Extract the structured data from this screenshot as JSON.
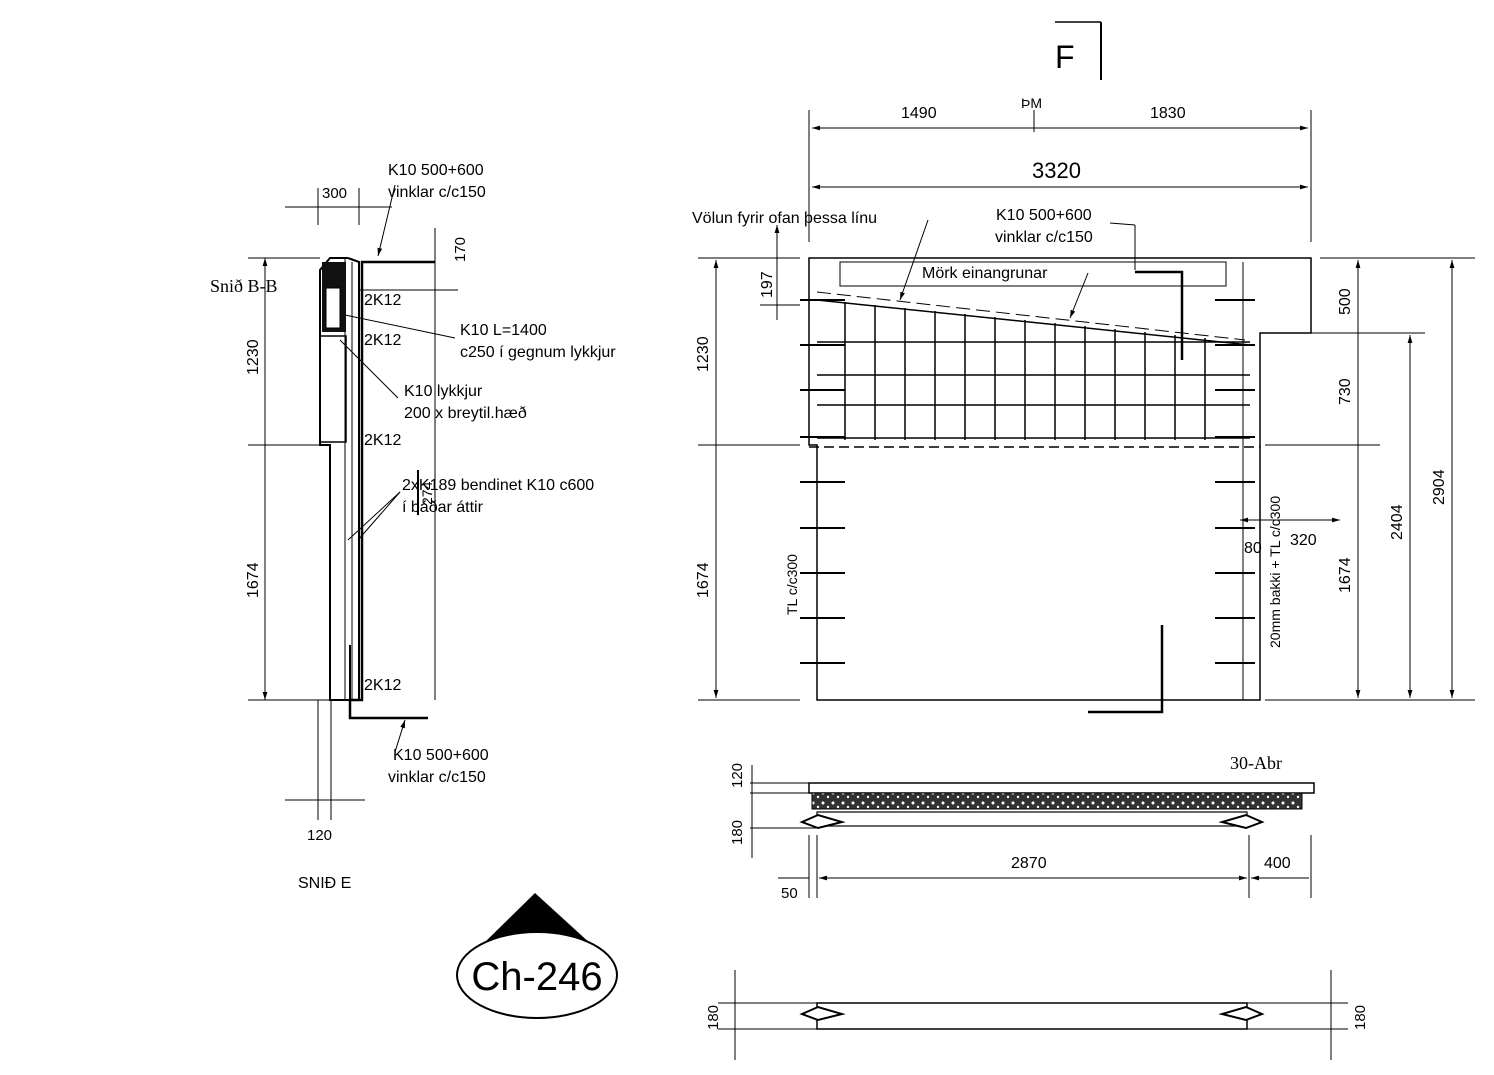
{
  "section_mark": "F",
  "left": {
    "sheet_ref": "Snið B-B",
    "title": "SNIÐ E",
    "dim_top": "300",
    "dim_bottom": "120",
    "dim_top_right": "170",
    "dim_1230": "1230",
    "dim_1674": "1674",
    "dim_274": "274",
    "bar_k12": "2K12",
    "note_top_1": "K10 500+600",
    "note_top_2": "vinklar c/c150",
    "note_l1400_1": "K10 L=1400",
    "note_l1400_2": "c250 í gegnum lykkjur",
    "note_loop_1": "K10 lykkjur",
    "note_loop_2": "200 x breytil.hæð",
    "note_net_1": "2xK189 bendinet K10 c600",
    "note_net_2": "í báðar áttir",
    "note_bottom_1": "K10 500+600",
    "note_bottom_2": "vinklar c/c150"
  },
  "logo": {
    "text": "Ch-246"
  },
  "right": {
    "pm": "ÞM",
    "dim_1490": "1490",
    "dim_1830": "1830",
    "dim_3320": "3320",
    "note_volun": "Völun fyrir ofan þessa línu",
    "note_k10_1": "K10 500+600",
    "note_k10_2": "vinklar c/c150",
    "note_mork": "Mörk einangrunar",
    "dim_197": "197",
    "dim_1230": "1230",
    "dim_1674": "1674",
    "dim_500": "500",
    "dim_730": "730",
    "dim_1674b": "1674",
    "dim_2404": "2404",
    "dim_2904": "2904",
    "dim_320": "320",
    "dim_80": "80",
    "note_tl": "TL c/c300",
    "note_bakki": "20mm bakki + TL c/c300"
  },
  "plan": {
    "ref": "30-Abr",
    "dim_120": "120",
    "dim_180": "180",
    "dim_50": "50",
    "dim_2870": "2870",
    "dim_400": "400",
    "dim_180_left": "180",
    "dim_180_right": "180"
  }
}
